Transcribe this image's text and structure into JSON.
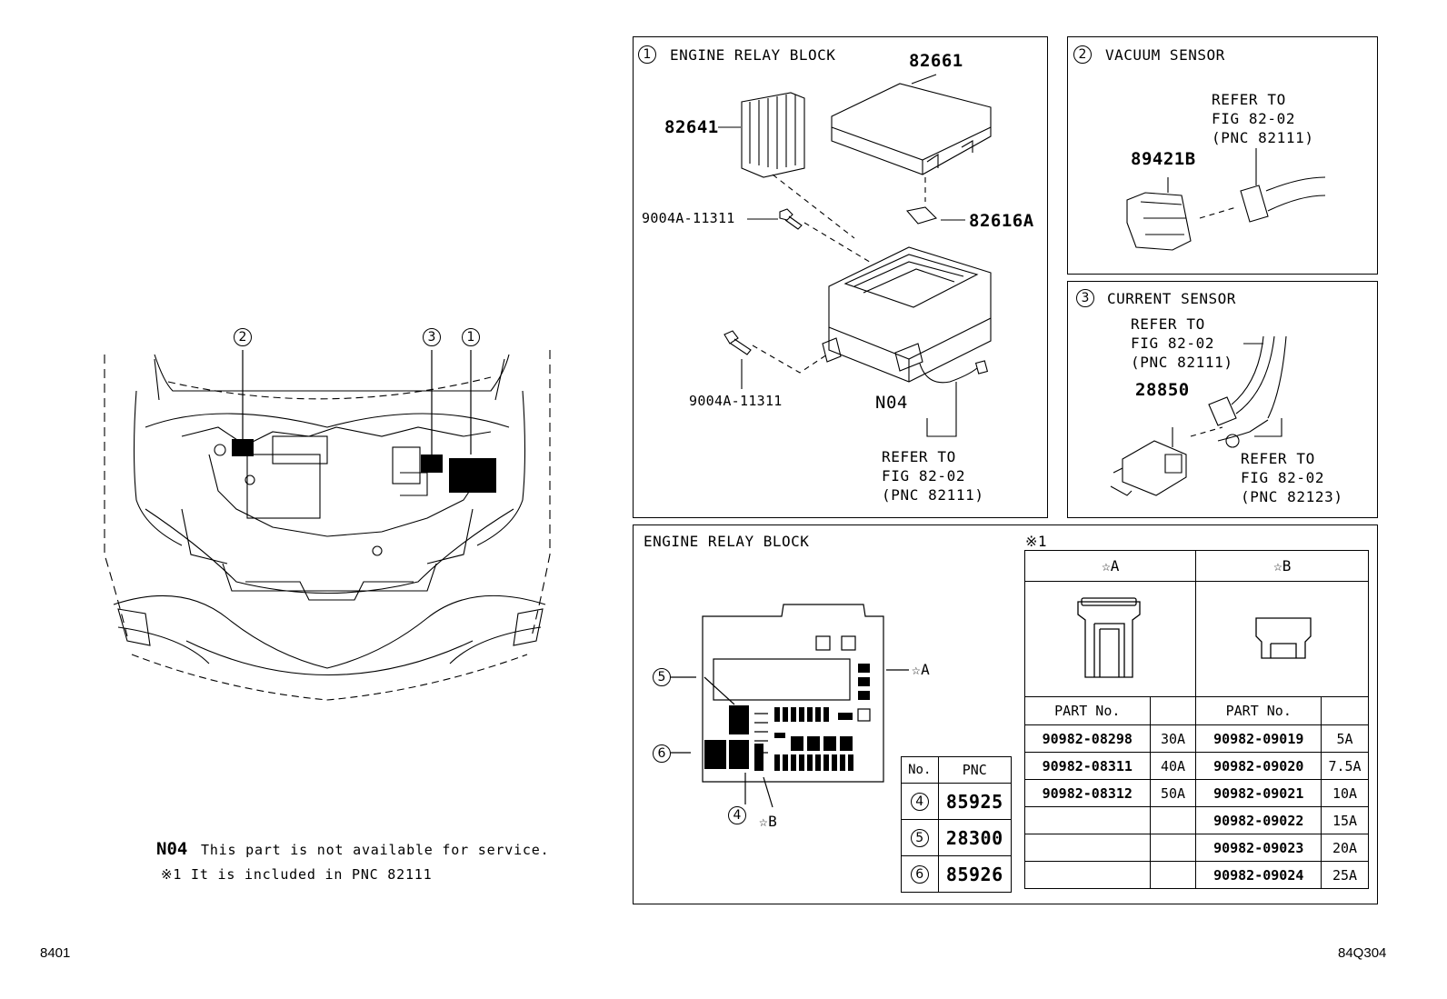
{
  "callouts": {
    "c1": "1",
    "c2": "2",
    "c3": "3",
    "c4": "4",
    "c5": "5",
    "c6": "6"
  },
  "panel1": {
    "num": "1",
    "title": "ENGINE RELAY BLOCK",
    "parts": [
      "82661",
      "82641",
      "9004A-11311",
      "82616A",
      "9004A-11311",
      "N04"
    ],
    "refer": [
      "REFER TO",
      "FIG 82-02",
      "(PNC 82111)"
    ]
  },
  "panel2": {
    "num": "2",
    "title": "VACUUM SENSOR",
    "part": "89421B",
    "refer": [
      "REFER TO",
      "FIG 82-02",
      "(PNC 82111)"
    ]
  },
  "panel3": {
    "num": "3",
    "title": "CURRENT SENSOR",
    "part": "28850",
    "refer1": [
      "REFER TO",
      "FIG 82-02",
      "(PNC 82111)"
    ],
    "refer2": [
      "REFER TO",
      "FIG 82-02",
      "(PNC 82123)"
    ]
  },
  "panel4": {
    "title": "ENGINE RELAY BLOCK",
    "star_a": "☆A",
    "star_b": "☆B",
    "note_mark": "※1",
    "pnc_table": {
      "headers": [
        "No.",
        "PNC"
      ],
      "rows": [
        {
          "no": "4",
          "pnc": "85925"
        },
        {
          "no": "5",
          "pnc": "28300"
        },
        {
          "no": "6",
          "pnc": "85926"
        }
      ]
    },
    "fuse_table": {
      "col_a": "☆A",
      "col_b": "☆B",
      "part_no_label": "PART No.",
      "rows_a": [
        {
          "part": "90982-08298",
          "amp": "30A"
        },
        {
          "part": "90982-08311",
          "amp": "40A"
        },
        {
          "part": "90982-08312",
          "amp": "50A"
        },
        {
          "part": "",
          "amp": ""
        },
        {
          "part": "",
          "amp": ""
        },
        {
          "part": "",
          "amp": ""
        }
      ],
      "rows_b": [
        {
          "part": "90982-09019",
          "amp": "5A"
        },
        {
          "part": "90982-09020",
          "amp": "7.5A"
        },
        {
          "part": "90982-09021",
          "amp": "10A"
        },
        {
          "part": "90982-09022",
          "amp": "15A"
        },
        {
          "part": "90982-09023",
          "amp": "20A"
        },
        {
          "part": "90982-09024",
          "amp": "25A"
        }
      ]
    }
  },
  "notes": {
    "n04_code": "N04",
    "n04_text": "This part is not available for service.",
    "n1_text": "※1 It is included in PNC 82111"
  },
  "footer": {
    "left": "8401",
    "right": "84Q304"
  }
}
